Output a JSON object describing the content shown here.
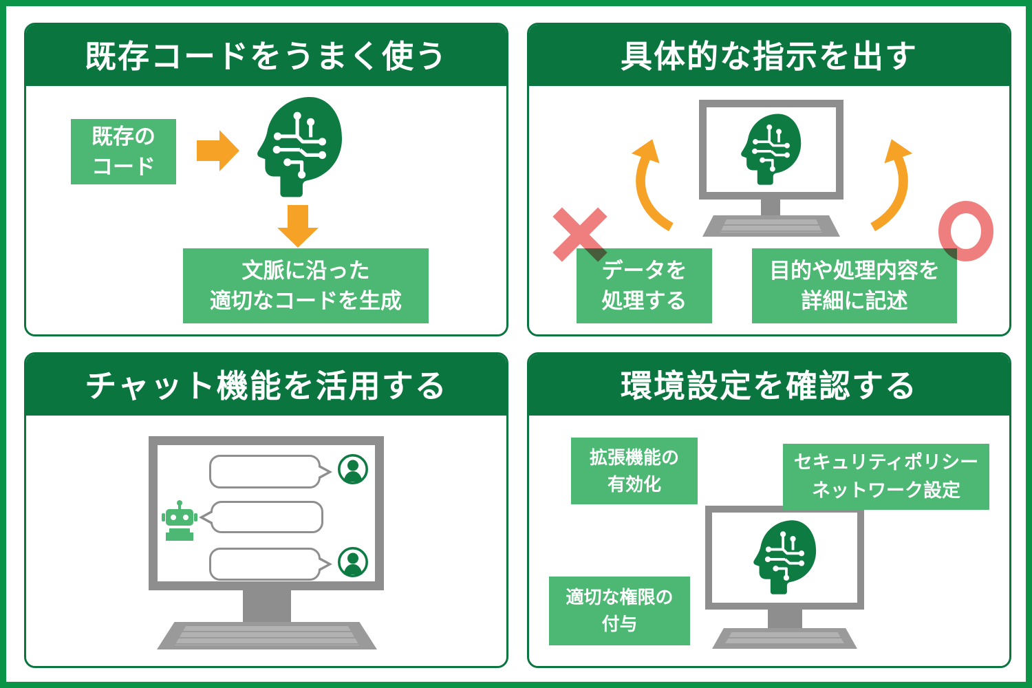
{
  "colors": {
    "frame_green": "#0A9447",
    "dark_green": "#0B7540",
    "label_green": "#4CB873",
    "icon_green": "#0E7C42",
    "orange": "#F5A227",
    "pink": "#EF7F7F",
    "monitor_gray": "#8E8E8E",
    "white": "#FFFFFF"
  },
  "icons": {
    "ai_head": "ai-head-circuit-icon",
    "robot": "chat-robot-icon",
    "avatar": "user-avatar-icon",
    "arrow_right": "block-arrow-right-icon",
    "arrow_down": "block-arrow-down-icon",
    "curve_arrow": "curved-arrow-icon",
    "cross": "cross-mark-icon",
    "circle": "circle-mark-icon",
    "monitor": "monitor-illustration"
  },
  "p1": {
    "title": "既存コードをうまく使う",
    "box_in": [
      "既存の",
      "コード"
    ],
    "box_out": [
      "文脈に沿った",
      "適切なコードを生成"
    ]
  },
  "p2": {
    "title": "具体的な指示を出す",
    "bad_mark": "×",
    "good_mark": "○",
    "box_bad": [
      "データを",
      "処理する"
    ],
    "box_good": [
      "目的や処理内容を",
      "詳細に記述"
    ]
  },
  "p3": {
    "title": "チャット機能を活用する"
  },
  "p4": {
    "title": "環境設定を確認する",
    "box_extension": [
      "拡張機能の",
      "有効化"
    ],
    "box_security": [
      "セキュリティポリシー",
      "ネットワーク設定"
    ],
    "box_permission": [
      "適切な権限の",
      "付与"
    ]
  }
}
